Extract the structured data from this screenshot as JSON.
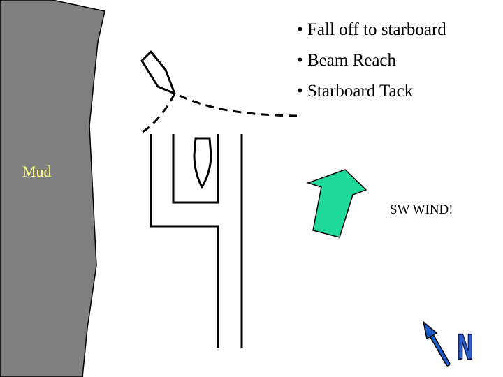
{
  "instructions": [
    "• Fall off to starboard",
    "• Beam Reach",
    "• Starboard Tack"
  ],
  "mud_label": "Mud",
  "wind_label": "SW WIND!",
  "north_label": "N",
  "colors": {
    "mud": "#7f7f7f",
    "mud_label": "#ffff80",
    "wind_arrow": "#1fd99a",
    "north_arrow": "#1a5ccc",
    "north_letter": "#2d5fc4"
  }
}
